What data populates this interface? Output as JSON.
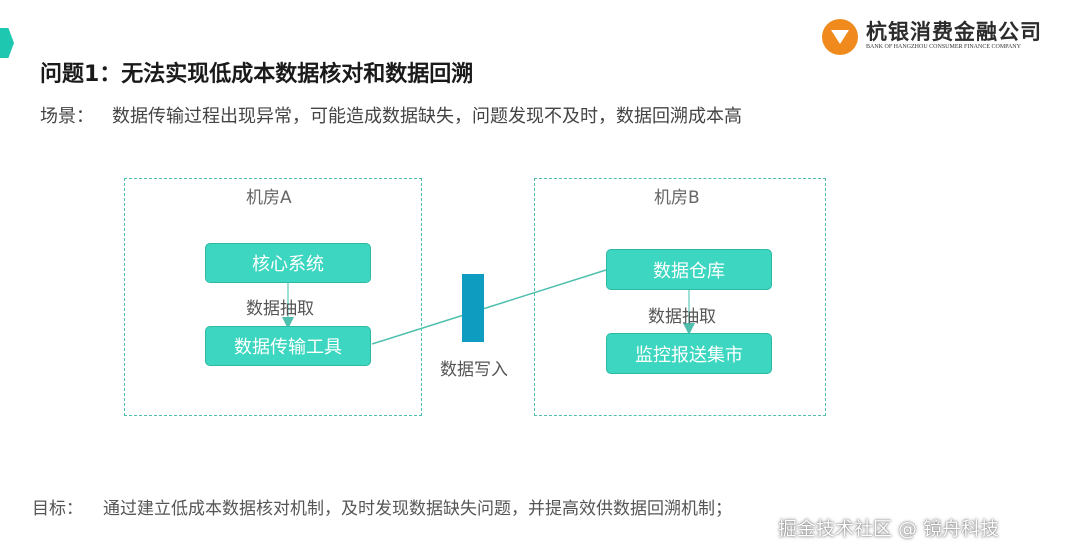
{
  "logo": {
    "name": "杭银消费金融公司",
    "subtitle": "BANK OF HANGZHOU CONSUMER FINANCE COMPANY"
  },
  "title": "问题1：无法实现低成本数据核对和数据回溯",
  "scene": {
    "label": "场景：",
    "text": "数据传输过程出现异常，可能造成数据缺失，问题发现不及时，数据回溯成本高"
  },
  "diagram": {
    "room_a": {
      "label": "机房A",
      "core_system": "核心系统",
      "extract_label": "数据抽取",
      "transfer_tool": "数据传输工具"
    },
    "write_label": "数据写入",
    "room_b": {
      "label": "机房B",
      "data_warehouse": "数据仓库",
      "extract_label": "数据抽取",
      "monitor_market": "监控报送集市"
    }
  },
  "goal": {
    "label": "目标：",
    "text": "通过建立低成本数据核对机制，及时发现数据缺失问题，并提高效供数据回溯机制；"
  },
  "watermark": "掘金技术社区 @ 镜舟科技",
  "colors": {
    "node_fill": "#3dd6c0",
    "dashed_border": "#4fc0ad",
    "writer_bar": "#0e9cc1",
    "logo_orange": "#f08a1c"
  }
}
